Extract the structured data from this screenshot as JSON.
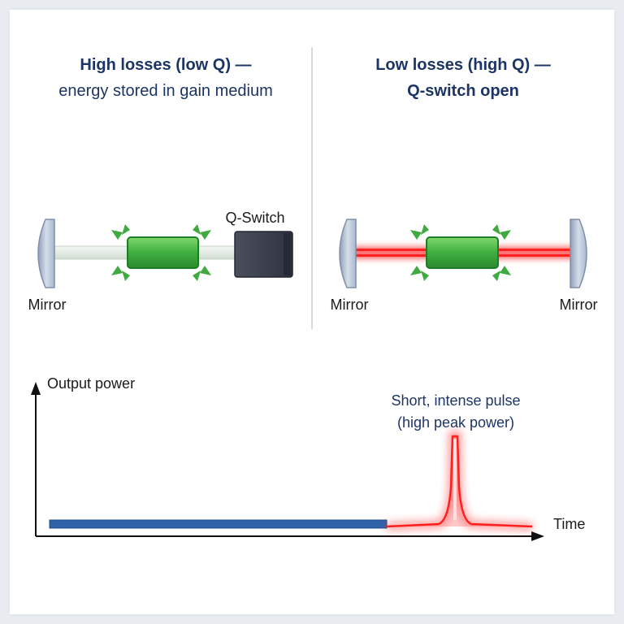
{
  "left_panel": {
    "title_line1": "High losses (low Q) —",
    "title_line2": "energy stored in gain medium",
    "qswitch_label": "Q-Switch",
    "mirror_label": "Mirror"
  },
  "right_panel": {
    "title_line1": "Low losses (high Q) —",
    "title_line2": "Q-switch open",
    "mirror_left_label": "Mirror",
    "mirror_right_label": "Mirror"
  },
  "graph": {
    "y_label": "Output power",
    "x_label": "Time",
    "annotation_line1": "Short, intense pulse",
    "annotation_line2": "(high peak power)"
  },
  "colors": {
    "title": "#1c3566",
    "gain_medium": "#3fae3f",
    "laser_beam": "#ff2a2a",
    "baseline": "#2f63a8",
    "qswitch": "#3d4250"
  }
}
